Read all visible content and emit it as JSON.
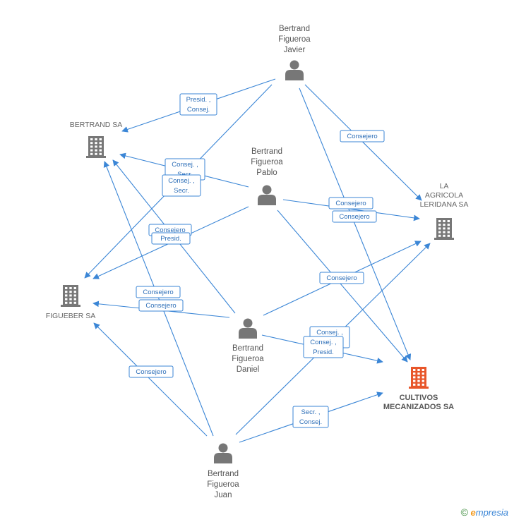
{
  "nodes": {
    "javier": {
      "type": "person",
      "label": [
        "Bertrand",
        "Figueroa",
        "Javier"
      ]
    },
    "pablo": {
      "type": "person",
      "label": [
        "Bertrand",
        "Figueroa",
        "Pablo"
      ]
    },
    "daniel": {
      "type": "person",
      "label": [
        "Bertrand",
        "Figueroa",
        "Daniel"
      ]
    },
    "juan": {
      "type": "person",
      "label": [
        "Bertrand",
        "Figueroa",
        "Juan"
      ]
    },
    "bertrand": {
      "type": "company",
      "label": [
        "BERTRAND SA"
      ]
    },
    "figueber": {
      "type": "company",
      "label": [
        "FIGUEBER SA"
      ]
    },
    "agricola": {
      "type": "company",
      "label": [
        "LA",
        "AGRICOLA",
        "LERIDANA SA"
      ]
    },
    "cultivos": {
      "type": "target",
      "label": [
        "CULTIVOS",
        "MECANIZADOS SA"
      ]
    }
  },
  "edges": [
    {
      "id": "javier-bertrand",
      "label": [
        "Presid. ,",
        "Consej."
      ]
    },
    {
      "id": "javier-agricola",
      "label": [
        "Consejero"
      ]
    },
    {
      "id": "javier-figueber",
      "label": [
        "Consej. ,",
        "Secr."
      ]
    },
    {
      "id": "javier-cultivos",
      "label": []
    },
    {
      "id": "pablo-bertrand",
      "label": [
        "Consej. ,",
        "Secr."
      ]
    },
    {
      "id": "pablo-agricola",
      "label": [
        "Consejero"
      ]
    },
    {
      "id": "pablo-figueber",
      "label": [
        "Consejero"
      ]
    },
    {
      "id": "pablo-cultivos",
      "label": []
    },
    {
      "id": "daniel-bertrand",
      "label": [
        "Presid."
      ]
    },
    {
      "id": "daniel-figueber",
      "label": [
        "Consejero"
      ]
    },
    {
      "id": "daniel-agricola",
      "label": [
        "Consejero"
      ]
    },
    {
      "id": "daniel-cultivos",
      "label": [
        "Consej. ,",
        "Secr."
      ]
    },
    {
      "id": "juan-bertrand",
      "label": []
    },
    {
      "id": "juan-figueber",
      "label": [
        "Consejero"
      ]
    },
    {
      "id": "juan-agricola",
      "label": [
        "Consej. ,",
        "Presid."
      ]
    },
    {
      "id": "juan-cultivos",
      "label": [
        "Secr. ,",
        "Consej."
      ]
    },
    {
      "id": "figueber-extra",
      "label": [
        "Consejero"
      ]
    },
    {
      "id": "agricola-extra",
      "label": [
        "Consejero"
      ]
    }
  ],
  "colors": {
    "edge": "#3b86d6",
    "person": "#777777",
    "company": "#777777",
    "target": "#e8562a"
  },
  "footer": {
    "copyright_symbol": "©",
    "brand_initial": "e",
    "brand_rest": "mpresia"
  }
}
